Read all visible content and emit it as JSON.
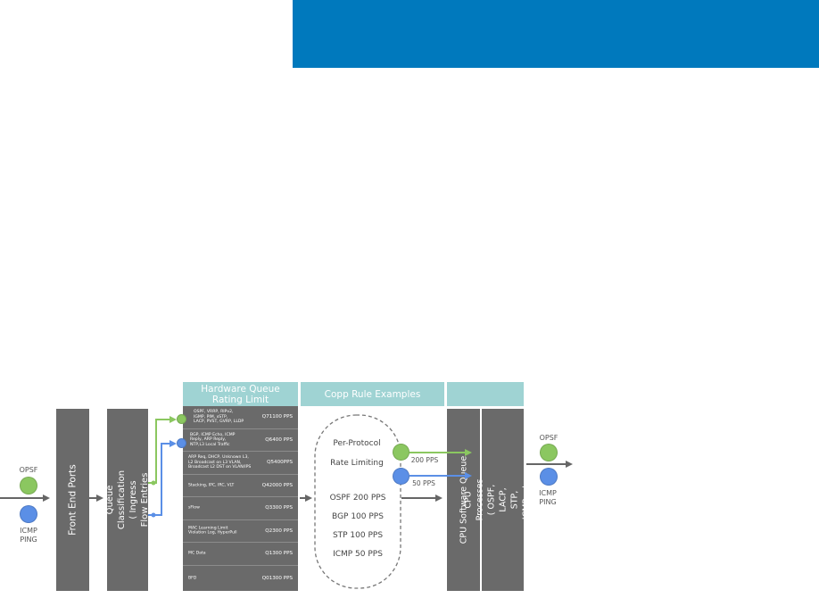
{
  "colors": {
    "banner": "#0079bd",
    "header": "#9fd3d3",
    "bar": "#6a6a6a",
    "green": "#8bc760",
    "blue": "#5b8fe6",
    "arrow": "#666666"
  },
  "headers": {
    "hardware_queue": "Hardware Queue\nRating Limit",
    "copp_examples": "Copp Rule Examples",
    "cpu": ""
  },
  "left": {
    "top_label": "OPSF",
    "bottom_label": "ICMP\nPING"
  },
  "right": {
    "top_label": "OPSF",
    "bottom_label": "ICMP\nPING"
  },
  "bars": {
    "front_end_ports": "Front End Ports",
    "classification": "Protocol to Queue Classification\n( Ingress Flow Entries )",
    "cpu_software_queue": "CPU Software Queue",
    "cpu_processes": "CPU Processes\n( OSPF, LACP, STP, ICMP, etc )"
  },
  "queues": [
    {
      "desc": "OSPF, VRRP, RIPv2,\nIGMP, PIM, xSTP,\nLACP, PVST, GVRP, LLDP",
      "value": "Q71100 PPS"
    },
    {
      "desc": "BGP, ICMP Echo, ICMP\nReply, ARP Reply,\nNTP,L3 Local Traffic",
      "value": "Q6400 PPS"
    },
    {
      "desc": "ARP Req, DHCP, Unknown L3,\nL2 Broadcast on L3 VLAN,\nBroadcast L2 DST on VLAN/IPS",
      "value": "Q5400PPS"
    },
    {
      "desc": "Stacking, IPC, IRC, VLT",
      "value": "Q42000 PPS"
    },
    {
      "desc": "sFlow",
      "value": "Q3300 PPS"
    },
    {
      "desc": "MAC Learning Limit\nViolation Log, HyperPull",
      "value": "Q2300 PPS"
    },
    {
      "desc": "MC Data",
      "value": "Q1300 PPS"
    },
    {
      "desc": "BFD",
      "value": "Q01300 PPS"
    }
  ],
  "copp": {
    "title_line1": "Per-Protocol",
    "title_line2": "Rate Limiting",
    "rate_green": "200 PPS",
    "rate_blue": "50 PPS",
    "rules": [
      "OSPF 200 PPS",
      "BGP 100 PPS",
      "STP 100 PPS",
      "ICMP 50 PPS"
    ]
  }
}
